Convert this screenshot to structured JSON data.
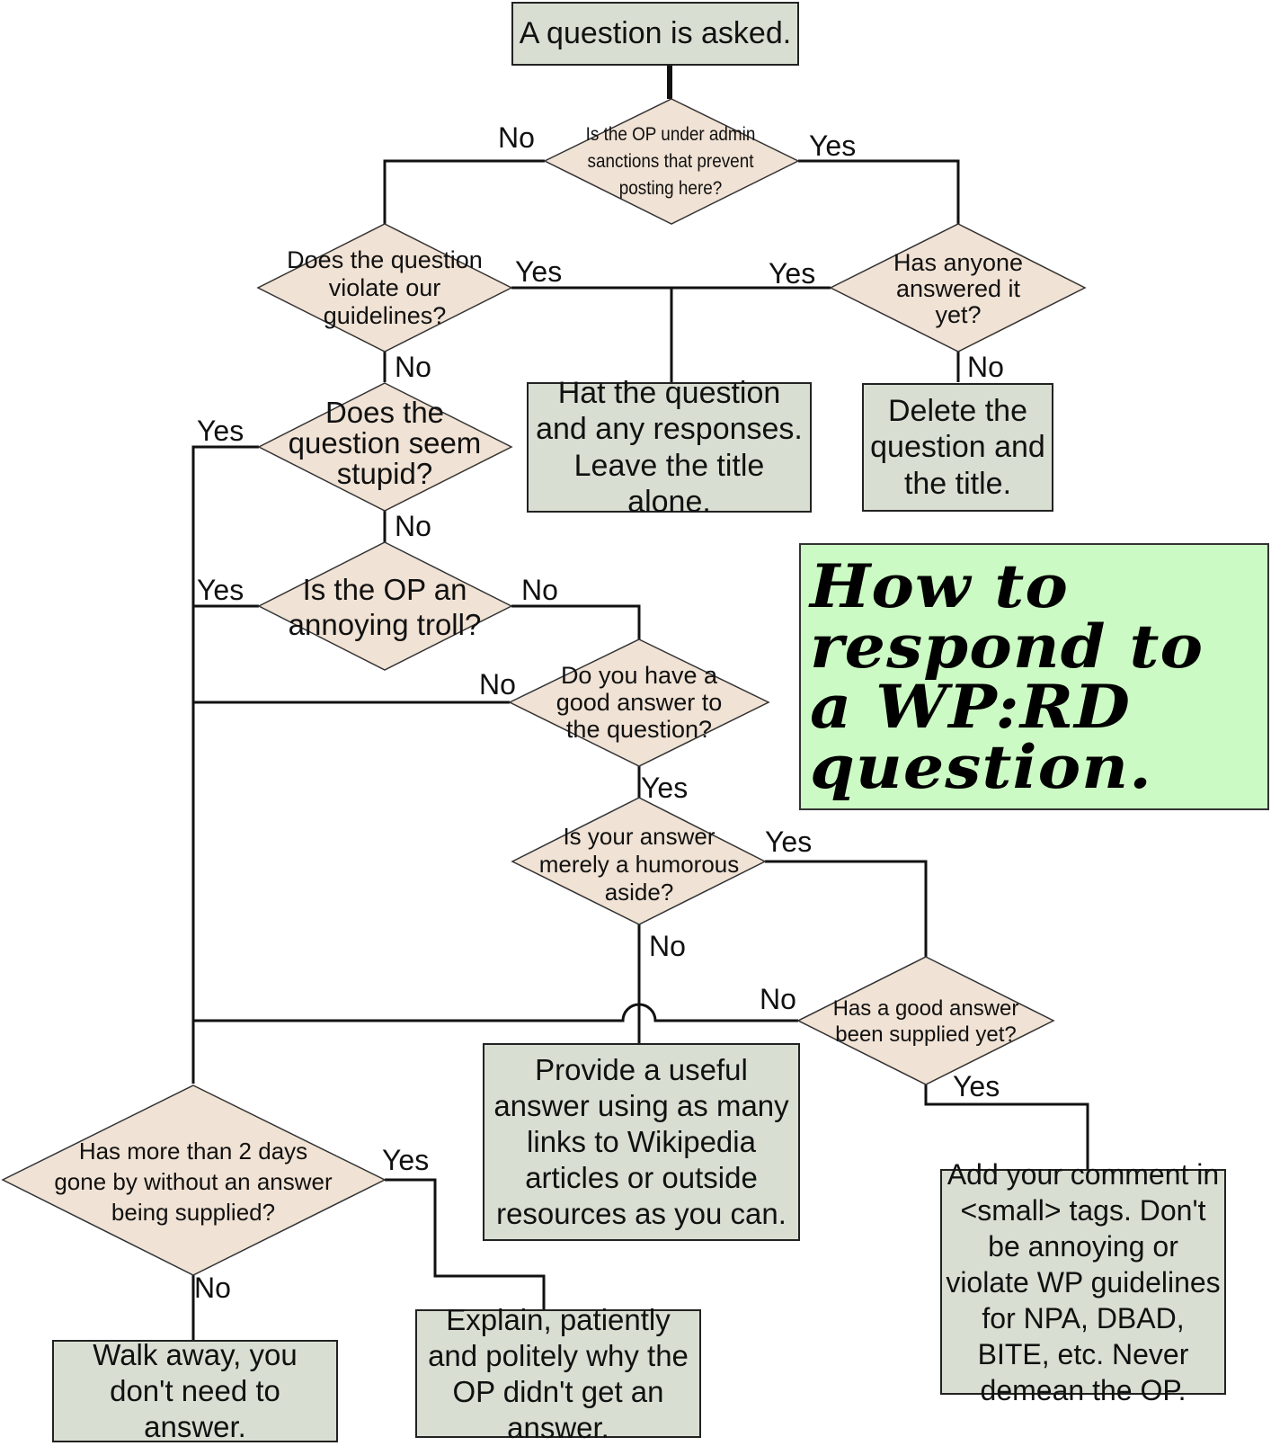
{
  "title": "How to respond to a WP:RD question.",
  "nodes": {
    "start": "A question is asked.",
    "sanctions": "Is the OP under admin sanctions that prevent posting here?",
    "violate": "Does the question violate our guidelines?",
    "answered": "Has anyone answered it yet?",
    "hat": "Hat the question and any responses. Leave the title alone.",
    "delete": "Delete the question and the title.",
    "stupid": "Does the question seem stupid?",
    "troll": "Is the OP an annoying troll?",
    "good_answer": "Do you have a good answer to the question?",
    "humorous": "Is your answer merely a humorous aside?",
    "supplied": "Has a good answer been supplied yet?",
    "useful": "Provide a useful answer using as many links to Wikipedia articles or outside resources as you can.",
    "small_tags": "Add your comment in <small> tags.  Don't be annoying or violate WP guidelines for NPA, DBAD, BITE, etc. Never demean the OP.",
    "two_days": "Has more than 2 days gone by without an answer being supplied?",
    "walk_away": "Walk away, you don't need to answer.",
    "explain": "Explain, patiently and politely why the OP didn't get an answer."
  },
  "labels": {
    "sanctions_no": "No",
    "sanctions_yes": "Yes",
    "violate_yes": "Yes",
    "violate_no": "No",
    "answered_yes": "Yes",
    "answered_no": "No",
    "stupid_yes": "Yes",
    "stupid_no": "No",
    "troll_yes": "Yes",
    "troll_no": "No",
    "good_answer_no": "No",
    "good_answer_yes": "Yes",
    "humorous_yes": "Yes",
    "humorous_no": "No",
    "supplied_no": "No",
    "supplied_yes": "Yes",
    "two_days_yes": "Yes",
    "two_days_no": "No"
  },
  "colors": {
    "decision_fill": "#f0e2d4",
    "process_fill": "#d8dfd2",
    "title_fill": "#ccfac4",
    "line": "#111111"
  }
}
